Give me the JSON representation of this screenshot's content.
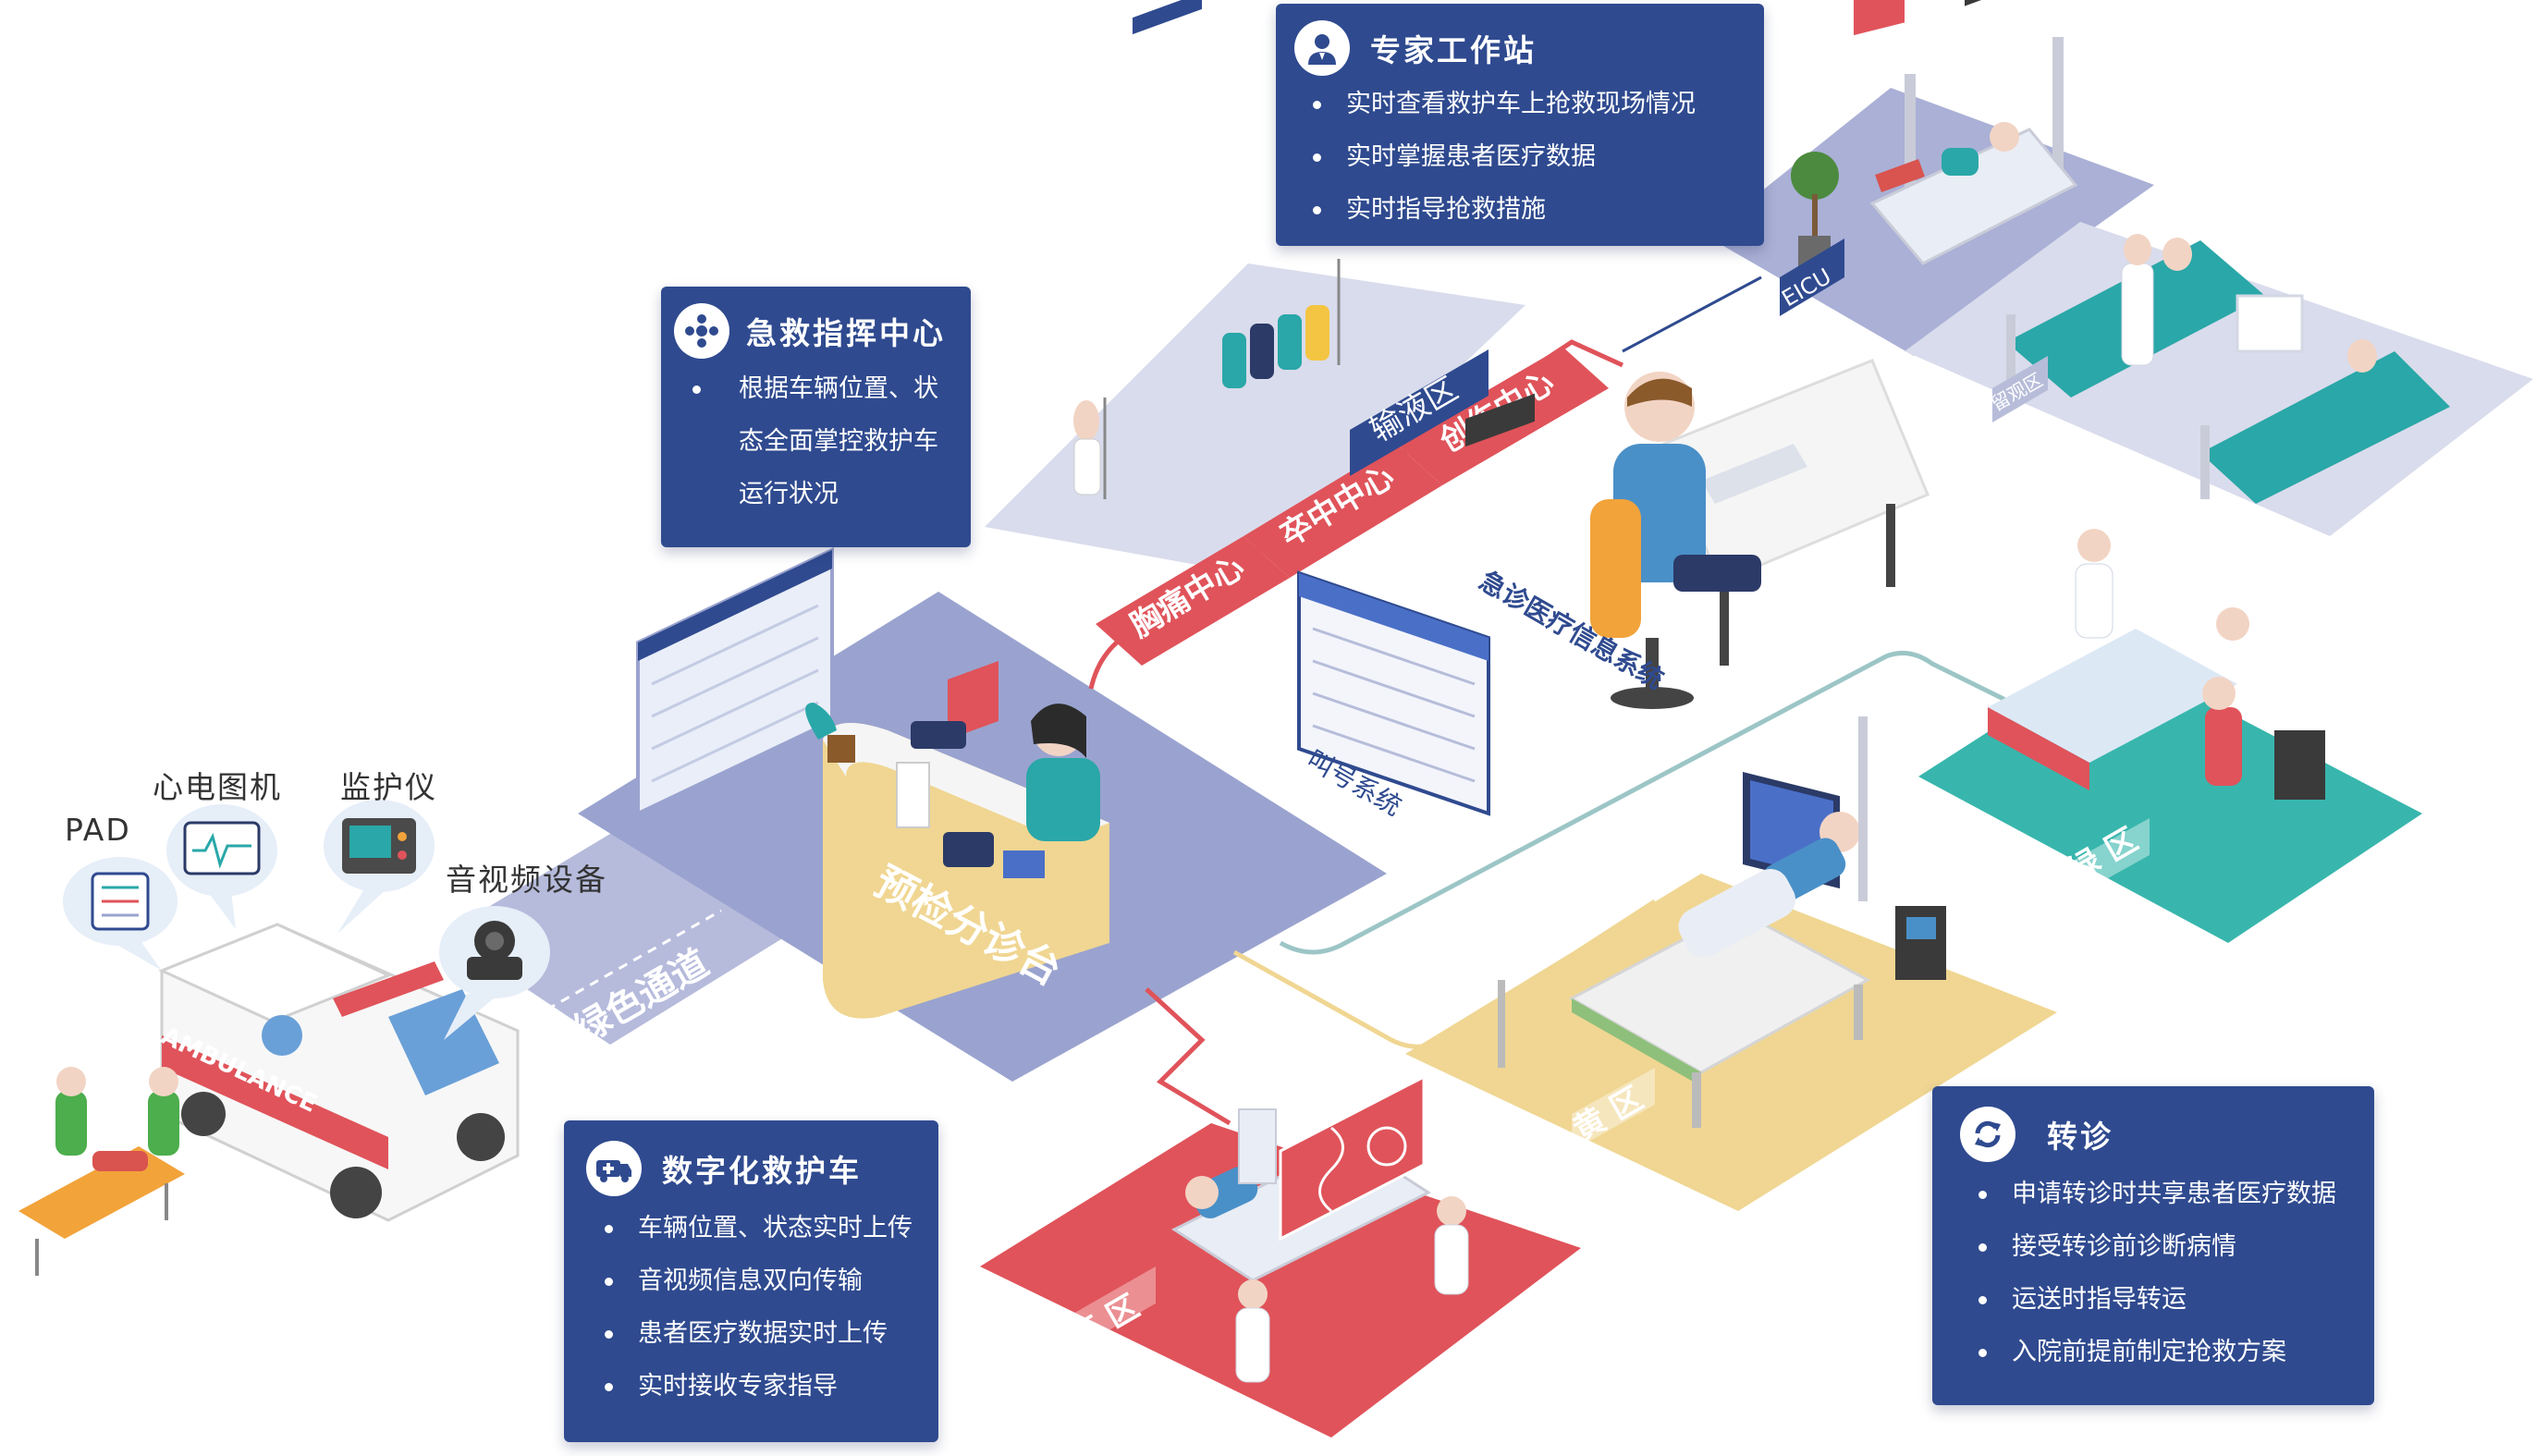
{
  "colors": {
    "card": "#2f4a8f",
    "platform": "#9aa3cf",
    "red": "#e0535a",
    "teal": "#2aa7a8",
    "yellow": "#f0d692",
    "green_zone": "#38b6ad"
  },
  "expert_station": {
    "title": "专家工作站",
    "icon": "doctor-icon",
    "items": [
      "实时查看救护车上抢救现场情况",
      "实时掌握患者医疗数据",
      "实时指导抢救措施"
    ]
  },
  "command_center": {
    "title": "急救指挥中心",
    "icon": "command-icon",
    "items": [
      "根据车辆位置、状态全面掌控救护车运行状况"
    ]
  },
  "ambulance_card": {
    "title": "数字化救护车",
    "icon": "ambulance-icon",
    "items": [
      "车辆位置、状态实时上传",
      "音视频信息双向传输",
      "患者医疗数据实时上传",
      "实时接收专家指导"
    ]
  },
  "referral_card": {
    "title": "转诊",
    "icon": "refresh-icon",
    "items": [
      "申请转诊时共享患者医疗数据",
      "接受转诊前诊断病情",
      "运送时指导转运",
      "入院前提前制定抢救方案"
    ]
  },
  "devices": {
    "pad": "PAD",
    "ecg": "心电图机",
    "monitor": "监护仪",
    "av": "音视频设备"
  },
  "scene": {
    "green_channel": "绿色通道",
    "triage_desk": "预检分诊台",
    "centers": [
      "胸痛中心",
      "卒中中心",
      "创伤中心"
    ],
    "infusion": "输液区",
    "eicu": "EICU",
    "observation": "留观区",
    "call_system": "叫号系统",
    "info_system": "急诊医疗信息系统",
    "ambulance_text": "AMBULANCE",
    "red_zone": "红 区",
    "yellow_zone": "黄 区",
    "green_zone": "绿 区"
  }
}
